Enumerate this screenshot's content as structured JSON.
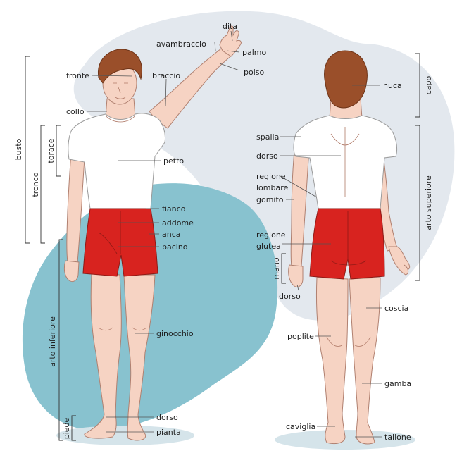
{
  "colors": {
    "blob_grey": "#e3e8ee",
    "blob_teal": "#88c2cf",
    "shadow": "#d5e4ea",
    "skin": "#f6d3c3",
    "hair": "#9a4f2a",
    "shorts": "#d8231f"
  },
  "front_labels": {
    "dita": "dita",
    "avambraccio": "avambraccio",
    "palmo": "palmo",
    "polso": "polso",
    "fronte": "fronte",
    "braccio": "braccio",
    "collo": "collo",
    "petto": "petto",
    "fianco": "fianco",
    "addome": "addome",
    "anca": "anca",
    "bacino": "bacino",
    "ginocchio": "ginocchio",
    "dorso_piede": "dorso",
    "pianta": "pianta"
  },
  "back_labels": {
    "nuca": "nuca",
    "spalla": "spalla",
    "dorso": "dorso",
    "regione_lombare_1": "regione",
    "regione_lombare_2": "lombare",
    "gomito": "gomito",
    "regione_glutea_1": "regione",
    "regione_glutea_2": "glutea",
    "dorso_mano": "dorso",
    "coscia": "coscia",
    "poplite": "poplite",
    "gamba": "gamba",
    "caviglia": "caviglia",
    "tallone": "tallone"
  },
  "brackets": {
    "busto": "busto",
    "torace": "torace",
    "tronco": "tronco",
    "arto_inferiore": "arto inferiore",
    "piede": "piede",
    "capo": "capo",
    "arto_superiore": "arto superiore",
    "mano": "mano"
  }
}
